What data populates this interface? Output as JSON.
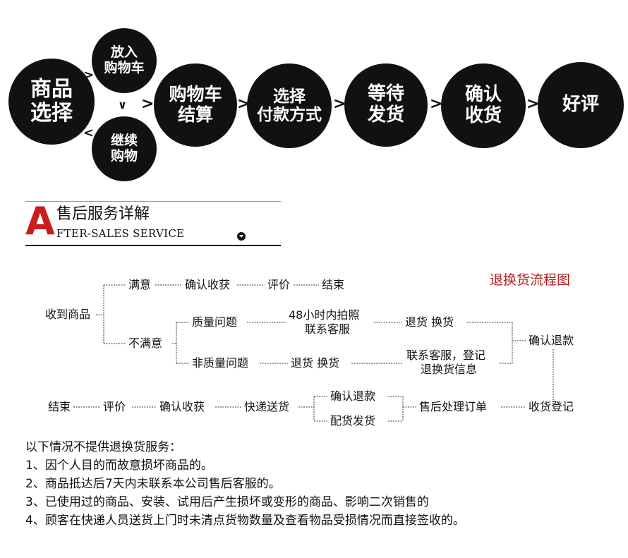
{
  "flow": {
    "steps": [
      {
        "id": "select",
        "label": "商品\n选择"
      },
      {
        "id": "add",
        "label": "放入\n购物车"
      },
      {
        "id": "continue",
        "label": "继续\n购物"
      },
      {
        "id": "checkout",
        "label": "购物车\n结算"
      },
      {
        "id": "payment",
        "label": "选择\n付款方式"
      },
      {
        "id": "wait",
        "label": "等待\n发货"
      },
      {
        "id": "confirm",
        "label": "确认\n收货"
      },
      {
        "id": "review",
        "label": "好评"
      }
    ],
    "arrow_right": ">",
    "arrow_left": "<",
    "arrow_down": "∨"
  },
  "header": {
    "logo_letter": "A",
    "title": "售后服务详解",
    "subtitle": "FTER-SALES SERVICE"
  },
  "chart": {
    "title": "退换货流程图",
    "nodes": {
      "receive": "收到商品",
      "satisfied": "满意",
      "confirm_receipt_1": "确认收获",
      "review_1": "评价",
      "end_1": "结束",
      "unsatisfied": "不满意",
      "quality_issue": "质量问题",
      "photo_48h": "48小时内拍照",
      "contact_service_1": "联系客服",
      "return_exchange_1": "退货  换货",
      "non_quality_issue": "非质量问题",
      "return_exchange_2": "退货  换货",
      "contact_service_2": "联系客服，登记",
      "return_info": "退换货信息",
      "confirm_refund_1": "确认退款",
      "register_receipt": "收货登记",
      "after_sales_order": "售后处理订单",
      "confirm_refund_2": "确认退款",
      "ship_replacement": "配货发货",
      "express_delivery": "快递送货",
      "confirm_receipt_2": "确认收获",
      "review_2": "评价",
      "end_2": "结束"
    }
  },
  "notes": {
    "heading": "以下情况不提供退换货服务：",
    "items": [
      "1、因个人目的而故意损坏商品的。",
      "2、商品抵达后7天内未联系本公司售后客服的。",
      "3、已使用过的商品、安装、试用后产生损坏或变形的商品、影响二次销售的",
      "4、顾客在快递人员送货上门时未清点货物数量及查看物品受损情况而直接签收的。"
    ]
  },
  "colors": {
    "circle": "#111111",
    "accent_red": "#c81e1e",
    "title_red": "#b11e1e"
  }
}
